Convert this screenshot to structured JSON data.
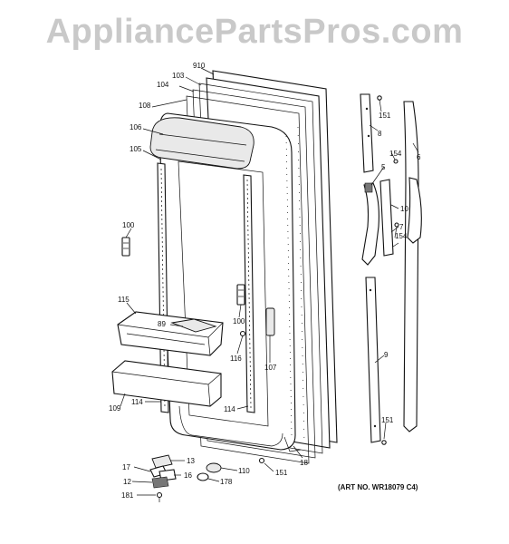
{
  "watermark": "AppliancePartsPros.com",
  "art_number": "(ART NO. WR18079 C4)",
  "callouts": [
    {
      "id": "910",
      "text": "910"
    },
    {
      "id": "103",
      "text": "103"
    },
    {
      "id": "104",
      "text": "104"
    },
    {
      "id": "108",
      "text": "108"
    },
    {
      "id": "106",
      "text": "106"
    },
    {
      "id": "105",
      "text": "105"
    },
    {
      "id": "100a",
      "text": "100"
    },
    {
      "id": "115",
      "text": "115"
    },
    {
      "id": "89",
      "text": "89"
    },
    {
      "id": "100b",
      "text": "100"
    },
    {
      "id": "116",
      "text": "116"
    },
    {
      "id": "107",
      "text": "107"
    },
    {
      "id": "109",
      "text": "109"
    },
    {
      "id": "114a",
      "text": "114"
    },
    {
      "id": "114b",
      "text": "114"
    },
    {
      "id": "18",
      "text": "18"
    },
    {
      "id": "151a",
      "text": "151"
    },
    {
      "id": "8",
      "text": "8"
    },
    {
      "id": "6",
      "text": "6"
    },
    {
      "id": "154a",
      "text": "154"
    },
    {
      "id": "5",
      "text": "5"
    },
    {
      "id": "10",
      "text": "10"
    },
    {
      "id": "7",
      "text": "7"
    },
    {
      "id": "154b",
      "text": "154"
    },
    {
      "id": "9",
      "text": "9"
    },
    {
      "id": "151b",
      "text": "151"
    },
    {
      "id": "13",
      "text": "13"
    },
    {
      "id": "17",
      "text": "17"
    },
    {
      "id": "16",
      "text": "16"
    },
    {
      "id": "12",
      "text": "12"
    },
    {
      "id": "181",
      "text": "181"
    },
    {
      "id": "110",
      "text": "110"
    },
    {
      "id": "178",
      "text": "178"
    },
    {
      "id": "151c",
      "text": "151"
    }
  ]
}
